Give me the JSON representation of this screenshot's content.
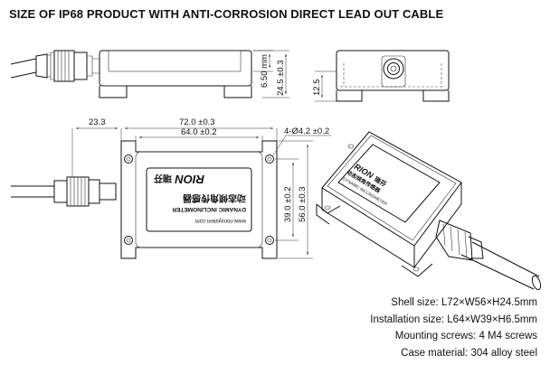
{
  "title": "SIZE OF IP68 PRODUCT WITH ANTI-CORROSION DIRECT LEAD OUT CABLE",
  "dimensions": {
    "height_top": "6.50 mm",
    "height_total": "24.5 ±0.3",
    "side_height": "12.5",
    "cable_offset": "23.3",
    "length_total": "72.0 ±0.3",
    "length_holes": "64.0 ±0.2",
    "holes": "4-Ø4.2 ±0.2",
    "width_holes": "39.0 ±0.2",
    "width_total": "56.0 ±0.3"
  },
  "label": {
    "brand": "RION",
    "brand_cn": "瑞芬",
    "cn_name": "动态倾角传感器",
    "product": "DYNAMIC INCLINOMETER",
    "url": "www.rionsystem.com"
  },
  "specs": [
    "Shell size: L72×W56×H24.5mm",
    "Installation size: L64×W39×H6.5mm",
    "Mounting screws: 4 M4 screws",
    "Case material: 304 alloy steel"
  ]
}
